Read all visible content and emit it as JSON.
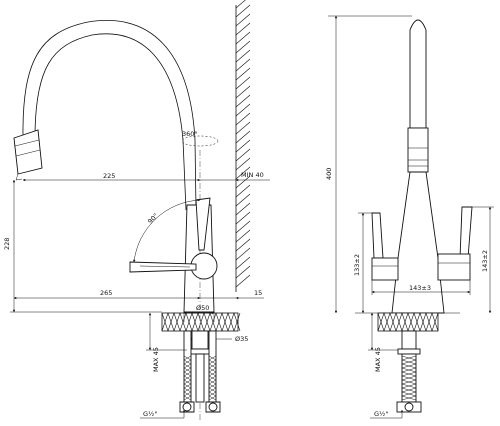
{
  "side_view": {
    "spout_reach": "225",
    "wall_clearance": "MIN 40",
    "rotation_angle": "360°",
    "lever_angle": "90°",
    "outlet_height": "228",
    "total_reach": "265",
    "wall_offset": "15",
    "base_diameter": "Ø50",
    "hole_diameter": "Ø35",
    "max_thickness": "MAX 45",
    "thread": "G½\""
  },
  "front_view": {
    "total_height": "400",
    "lever_height_left": "133±2",
    "lever_height_right": "143±2",
    "lever_span": "143±3",
    "max_thickness": "MAX 45",
    "thread": "G½\""
  }
}
